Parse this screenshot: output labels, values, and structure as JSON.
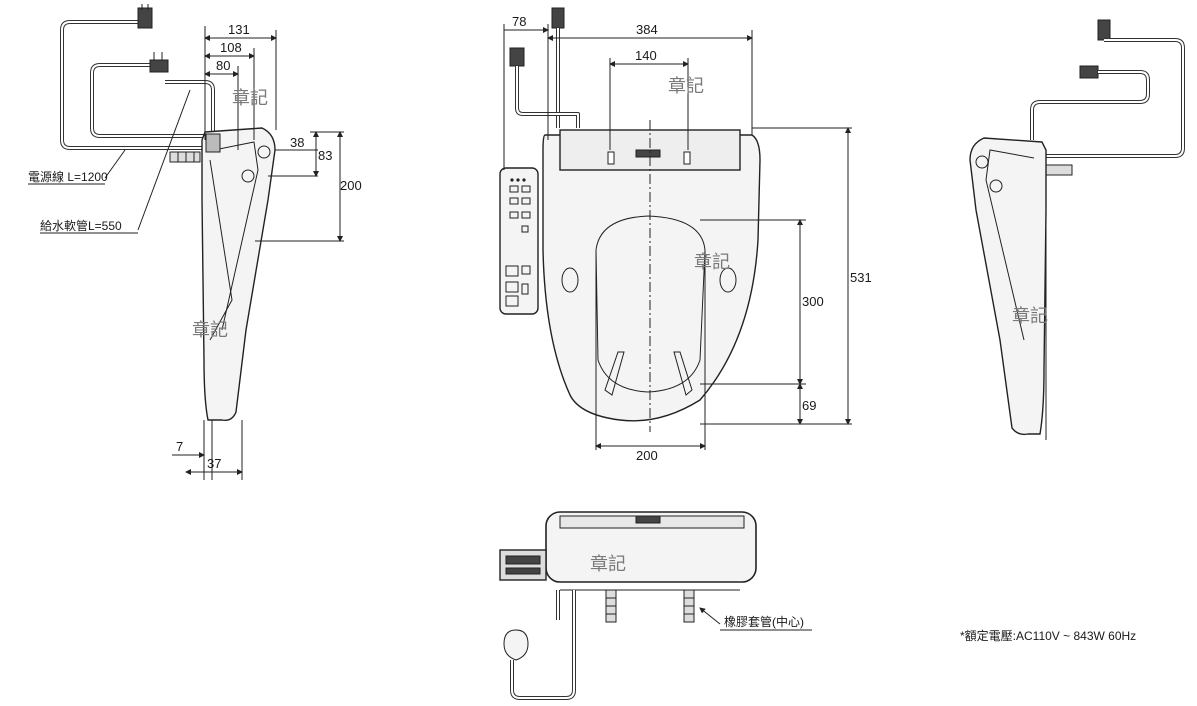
{
  "side_view_left": {
    "dim_131": "131",
    "dim_108": "108",
    "dim_80": "80",
    "dim_38": "38",
    "dim_83": "83",
    "dim_200": "200",
    "dim_7": "7",
    "dim_37": "37",
    "label_power_cord": "電源線 L=1200",
    "label_water_hose": "給水軟管L=550"
  },
  "top_view": {
    "dim_78": "78",
    "dim_384": "384",
    "dim_140": "140",
    "dim_300": "300",
    "dim_531": "531",
    "dim_69": "69",
    "dim_200": "200"
  },
  "rear_view": {
    "label_rubber_sleeve": "橡膠套管(中心)"
  },
  "notes": {
    "rated_power": "*額定電壓:AC110V ~ 843W 60Hz"
  },
  "watermarks": {
    "w1": "章記",
    "w2": "章記",
    "w3": "章記",
    "w4": "章記",
    "w5": "章記",
    "w6": "章記"
  }
}
